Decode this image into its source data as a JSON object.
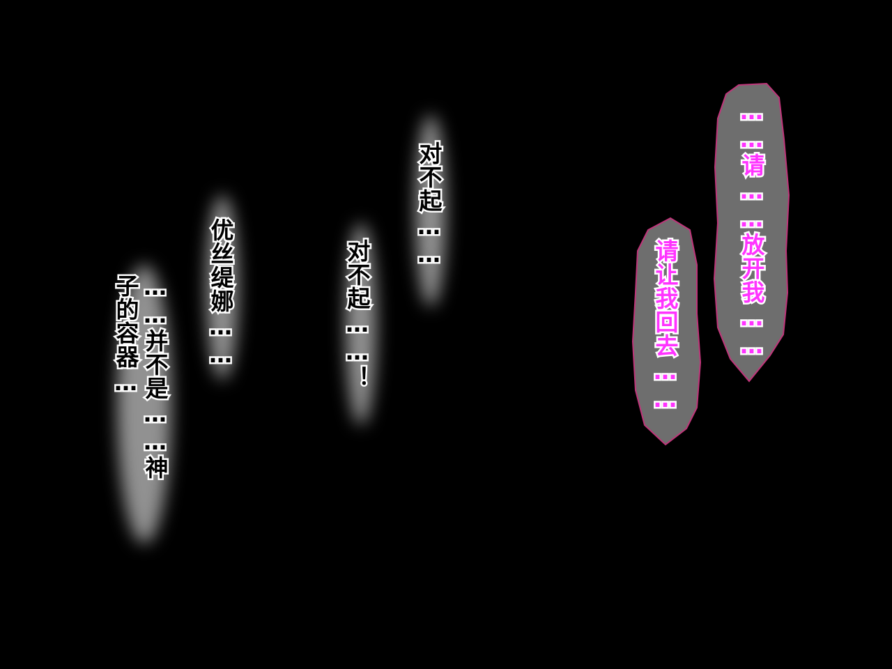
{
  "dialogue": {
    "line_child_vessel": "子的容器…",
    "line_not_god": "……并不是……神",
    "line_name": "优丝缇娜……",
    "line_sorry_exclaim": "对不起……！",
    "line_sorry": "对不起……"
  },
  "bubbles": {
    "let_go": "……请……放开我……",
    "let_me_back": "请让我回去……"
  },
  "colors": {
    "bubble_fill": "#6e6e6e",
    "bubble_border": "#c0357a",
    "pink_text": "#ff33ff"
  }
}
